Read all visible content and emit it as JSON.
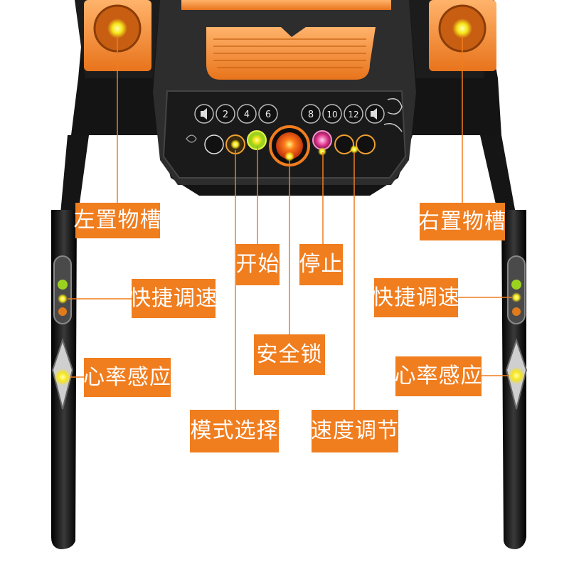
{
  "colors": {
    "accent": "#f07d1e",
    "body_dark": "#2a2a2a",
    "frame_black": "#111111",
    "glow_yellow": "#f6e51a",
    "glow_magenta": "#e0308a"
  },
  "labels": {
    "left_tray": "左置物槽",
    "right_tray": "右置物槽",
    "start": "开始",
    "stop": "停止",
    "left_quick_speed": "快捷调速",
    "right_quick_speed": "快捷调速",
    "safety_lock": "安全锁",
    "left_heart_rate": "心率感应",
    "right_heart_rate": "心率感应",
    "mode_select": "模式选择",
    "speed_adjust": "速度调节"
  },
  "panel": {
    "speed_buttons": [
      "2",
      "4",
      "6",
      "8",
      "10",
      "12"
    ]
  }
}
